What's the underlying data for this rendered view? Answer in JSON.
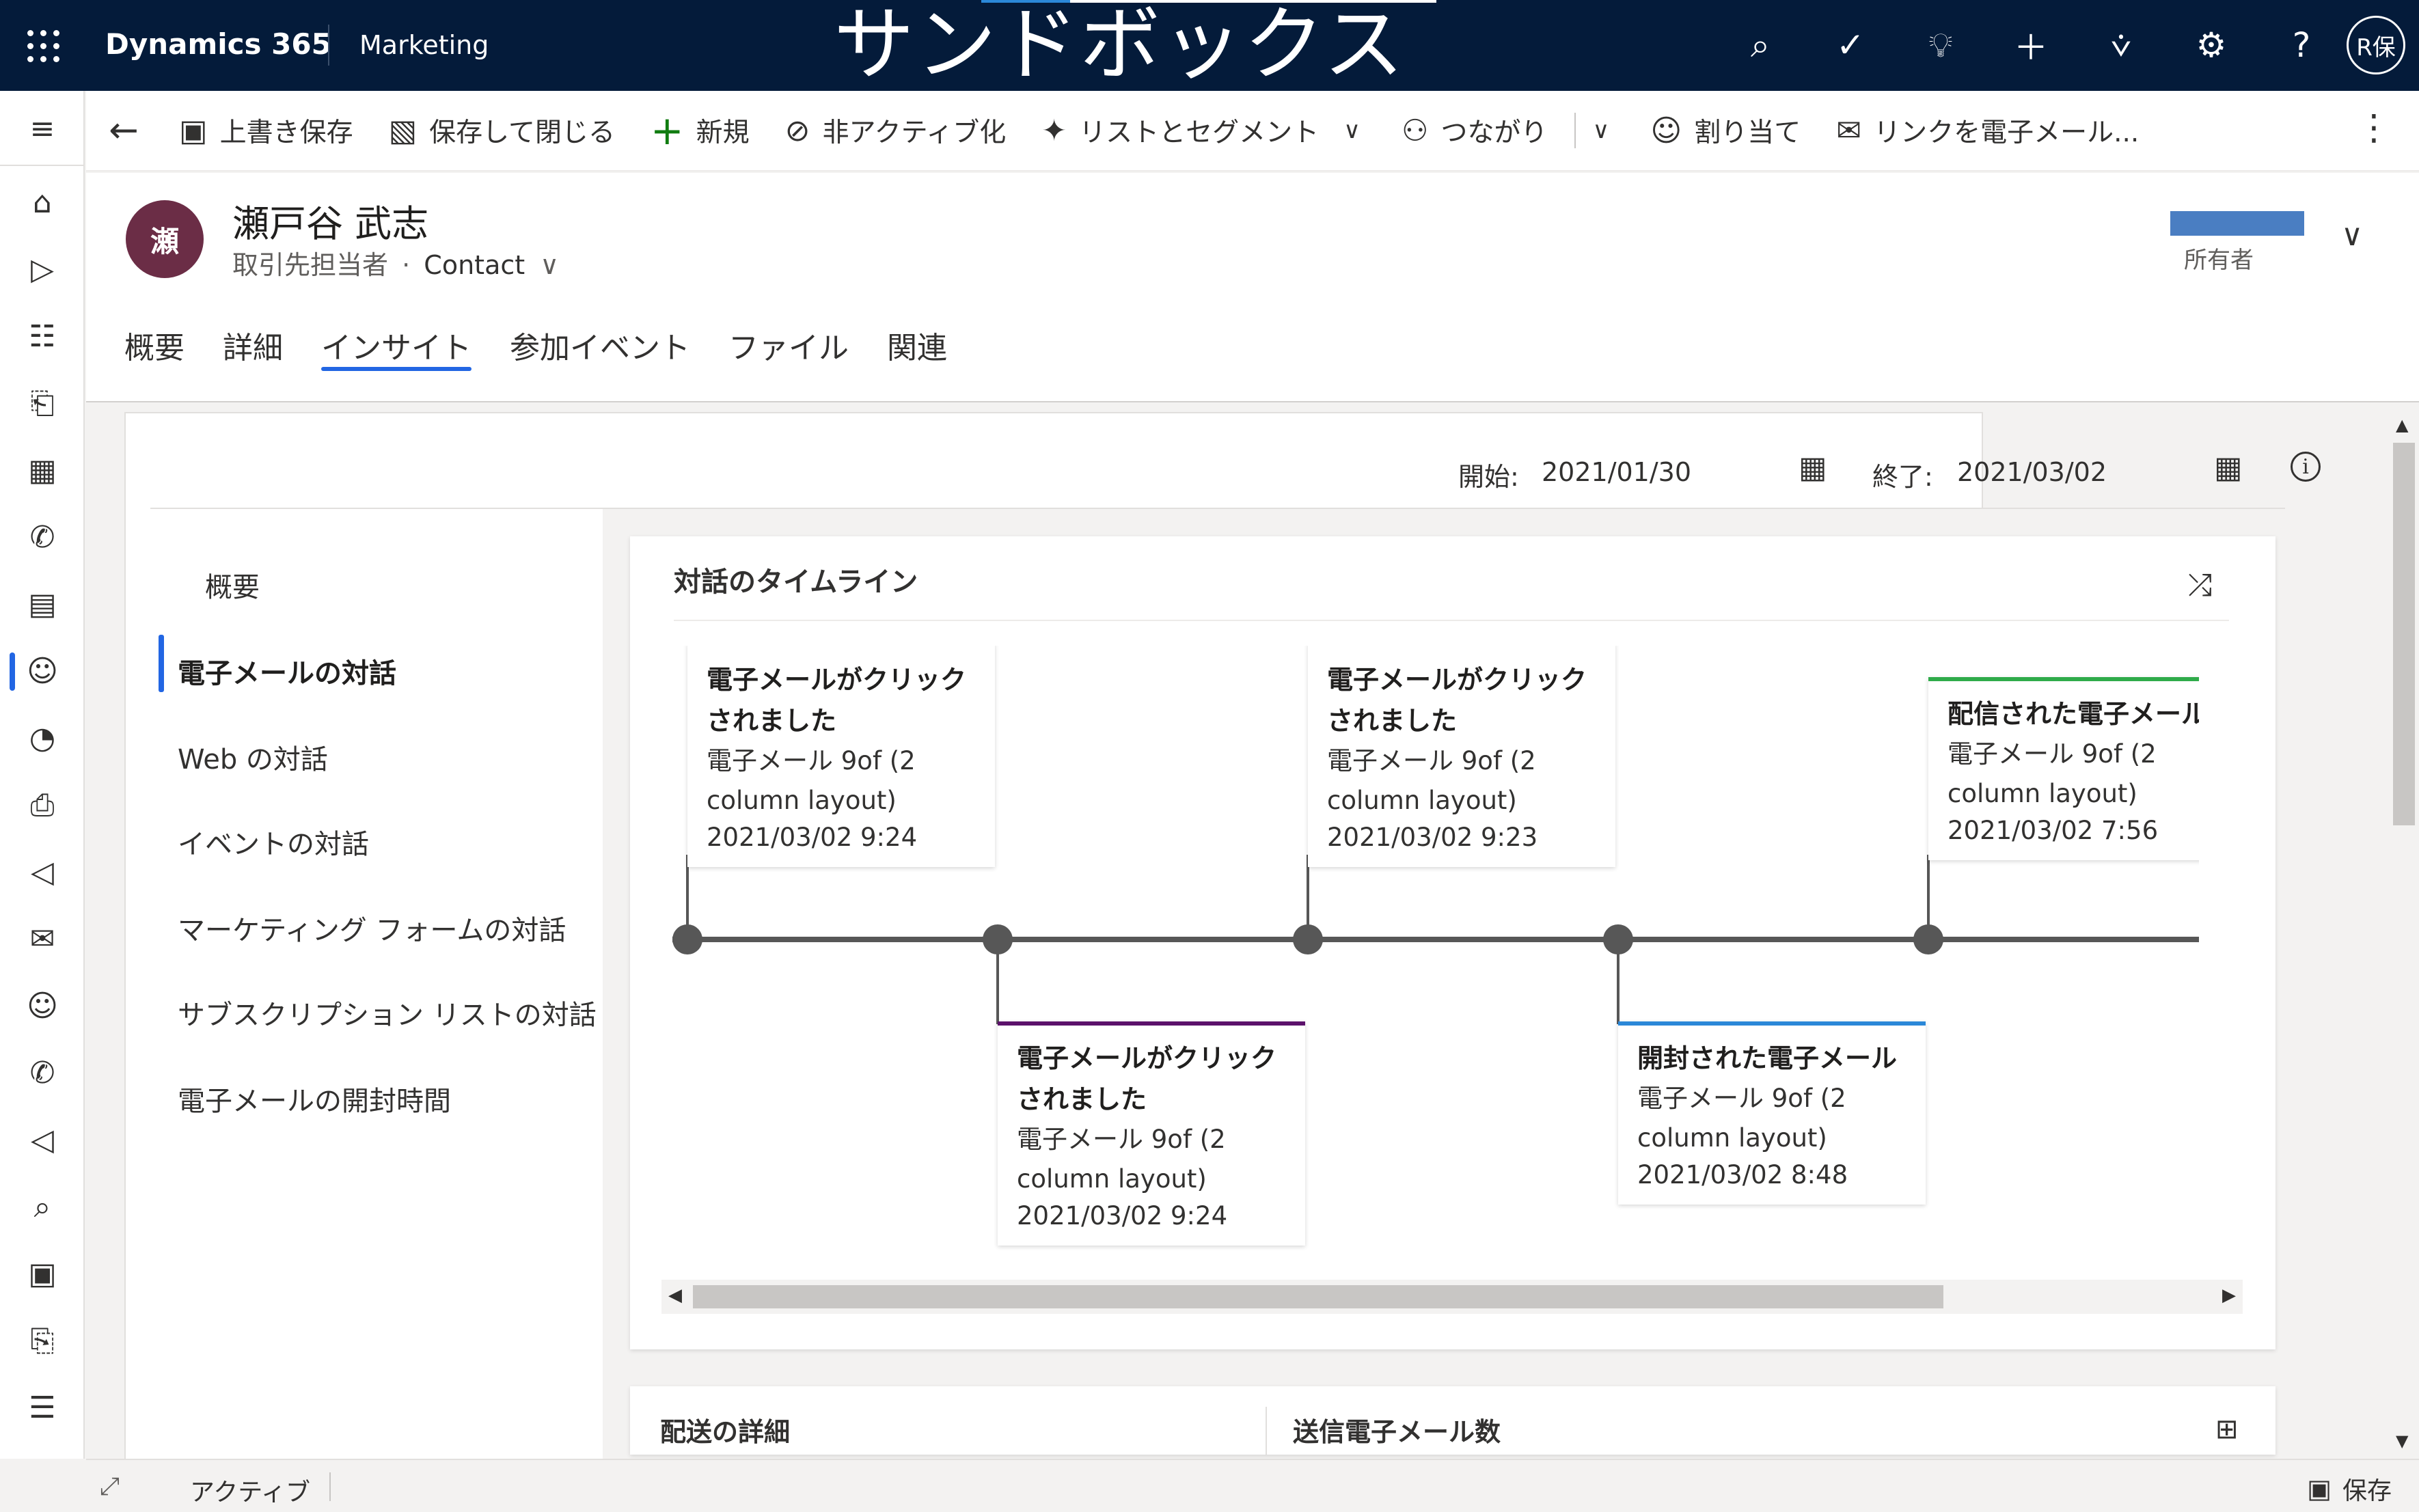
{
  "topbar": {
    "app_title": "Dynamics 365",
    "module": "Marketing",
    "banner": "サンドボックス",
    "user_initials": "R保"
  },
  "command_bar": {
    "save": "上書き保存",
    "save_close": "保存して閉じる",
    "new": "新規",
    "deactivate": "非アクティブ化",
    "lists_segments": "リストとセグメント",
    "connections": "つながり",
    "assign": "割り当て",
    "email_link": "リンクを電子メール..."
  },
  "record": {
    "avatar_initial": "瀬",
    "name": "瀬戸谷 武志",
    "entity": "取引先担当者",
    "separator": "·",
    "form": "Contact",
    "owner_label": "所有者"
  },
  "tabs": [
    "概要",
    "詳細",
    "インサイト",
    "参加イベント",
    "ファイル",
    "関連"
  ],
  "active_tab": "インサイト",
  "date_range": {
    "start_label": "開始:",
    "start_value": "2021/01/30",
    "end_label": "終了:",
    "end_value": "2021/03/02"
  },
  "side_menu": [
    "概要",
    "電子メールの対話",
    "Web の対話",
    "イベントの対話",
    "マーケティング フォームの対話",
    "サブスクリプション リストの対話",
    "電子メールの開封時間"
  ],
  "side_menu_active": "電子メールの対話",
  "timeline": {
    "title": "対話のタイムライン",
    "events": [
      {
        "title": "電子メールがクリックされました",
        "subject": "電子メール 9of (2 column layout)",
        "date": "2021/03/02 9:24",
        "color": "#ffffff"
      },
      {
        "title": "電子メールがクリックされました",
        "subject": "電子メール 9of (2 column layout)",
        "date": "2021/03/02 9:24",
        "color": "#5c126b"
      },
      {
        "title": "電子メールがクリックされました",
        "subject": "電子メール 9of (2 column layout)",
        "date": "2021/03/02 9:23",
        "color": "#ffffff"
      },
      {
        "title": "開封された電子メール",
        "subject": "電子メール 9of (2 column layout)",
        "date": "2021/03/02 8:48",
        "color": "#2b88d8"
      },
      {
        "title": "配信された電子メール",
        "subject": "電子メール 9of (2 column layout)",
        "date": "2021/03/02 7:56",
        "color": "#2fab4a"
      }
    ],
    "next_event_color": "#e8702a"
  },
  "lower_card": {
    "delivery_details": "配送の詳細",
    "emails_sent": "送信電子メール数"
  },
  "status": {
    "state": "アクティブ",
    "save": "保存"
  },
  "colors": {
    "topbar": "#041b3a",
    "accent": "#2266e3",
    "avatar": "#6b2d46",
    "owner": "#4a7ec2"
  }
}
